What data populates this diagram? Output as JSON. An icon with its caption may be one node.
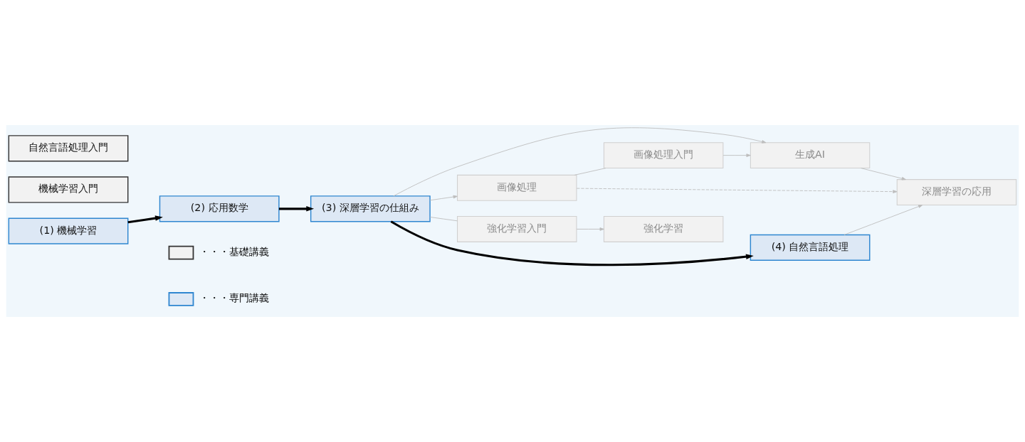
{
  "diagram": {
    "nodes": [
      {
        "text": [
          "生成AI"
        ]
      },
      {
        "text": [
          "機械学習入門"
        ]
      },
      {
        "text": [
          "(2) 応用数学"
        ]
      },
      {
        "text": [
          "画像処理入門"
        ]
      },
      {
        "text": [
          "(1) 機械学習"
        ]
      },
      {
        "text": [
          "(3) 深層学習の仕組み"
        ]
      },
      {
        "text": [
          "画像処理"
        ]
      },
      {
        "text": [
          "深層学習の応用"
        ]
      },
      {
        "text": [
          "強化学習入門"
        ]
      },
      {
        "text": [
          "自然言語処理入門"
        ]
      },
      {
        "text": [
          "強化学習"
        ]
      },
      {
        "text": [
          "(4) 自然言語処理"
        ]
      }
    ],
    "edges": [
      {
        "from": 4,
        "to": 2,
        "arrow": "to",
        "style": "thick",
        "color": "#000000"
      },
      {
        "from": 2,
        "to": 5,
        "arrow": "to",
        "style": "thick",
        "color": "#000000"
      },
      {
        "from": 5,
        "to": 0,
        "arrow": "to"
      },
      {
        "from": 5,
        "to": 6,
        "arrow": "to"
      },
      {
        "from": 5,
        "to": 11,
        "arrow": "to",
        "style": "thick",
        "color": "#000000"
      },
      {
        "from": 5,
        "to": 8,
        "arrow": "none"
      },
      {
        "from": 8,
        "to": 10,
        "arrow": "to"
      },
      {
        "from": 6,
        "to": 3,
        "arrow": "none"
      },
      {
        "from": 3,
        "to": 0,
        "arrow": "to"
      },
      {
        "from": 0,
        "to": 7,
        "arrow": "to"
      },
      {
        "from": 6,
        "to": 7,
        "arrow": "to",
        "style": "dashed"
      },
      {
        "from": 11,
        "to": 7,
        "arrow": "to"
      }
    ],
    "legend": [
      {
        "text": "・・・基礎講義",
        "color": "#f2f2f2"
      },
      {
        "text": "・・・専門講義",
        "color": "#dde8f5"
      }
    ]
  }
}
